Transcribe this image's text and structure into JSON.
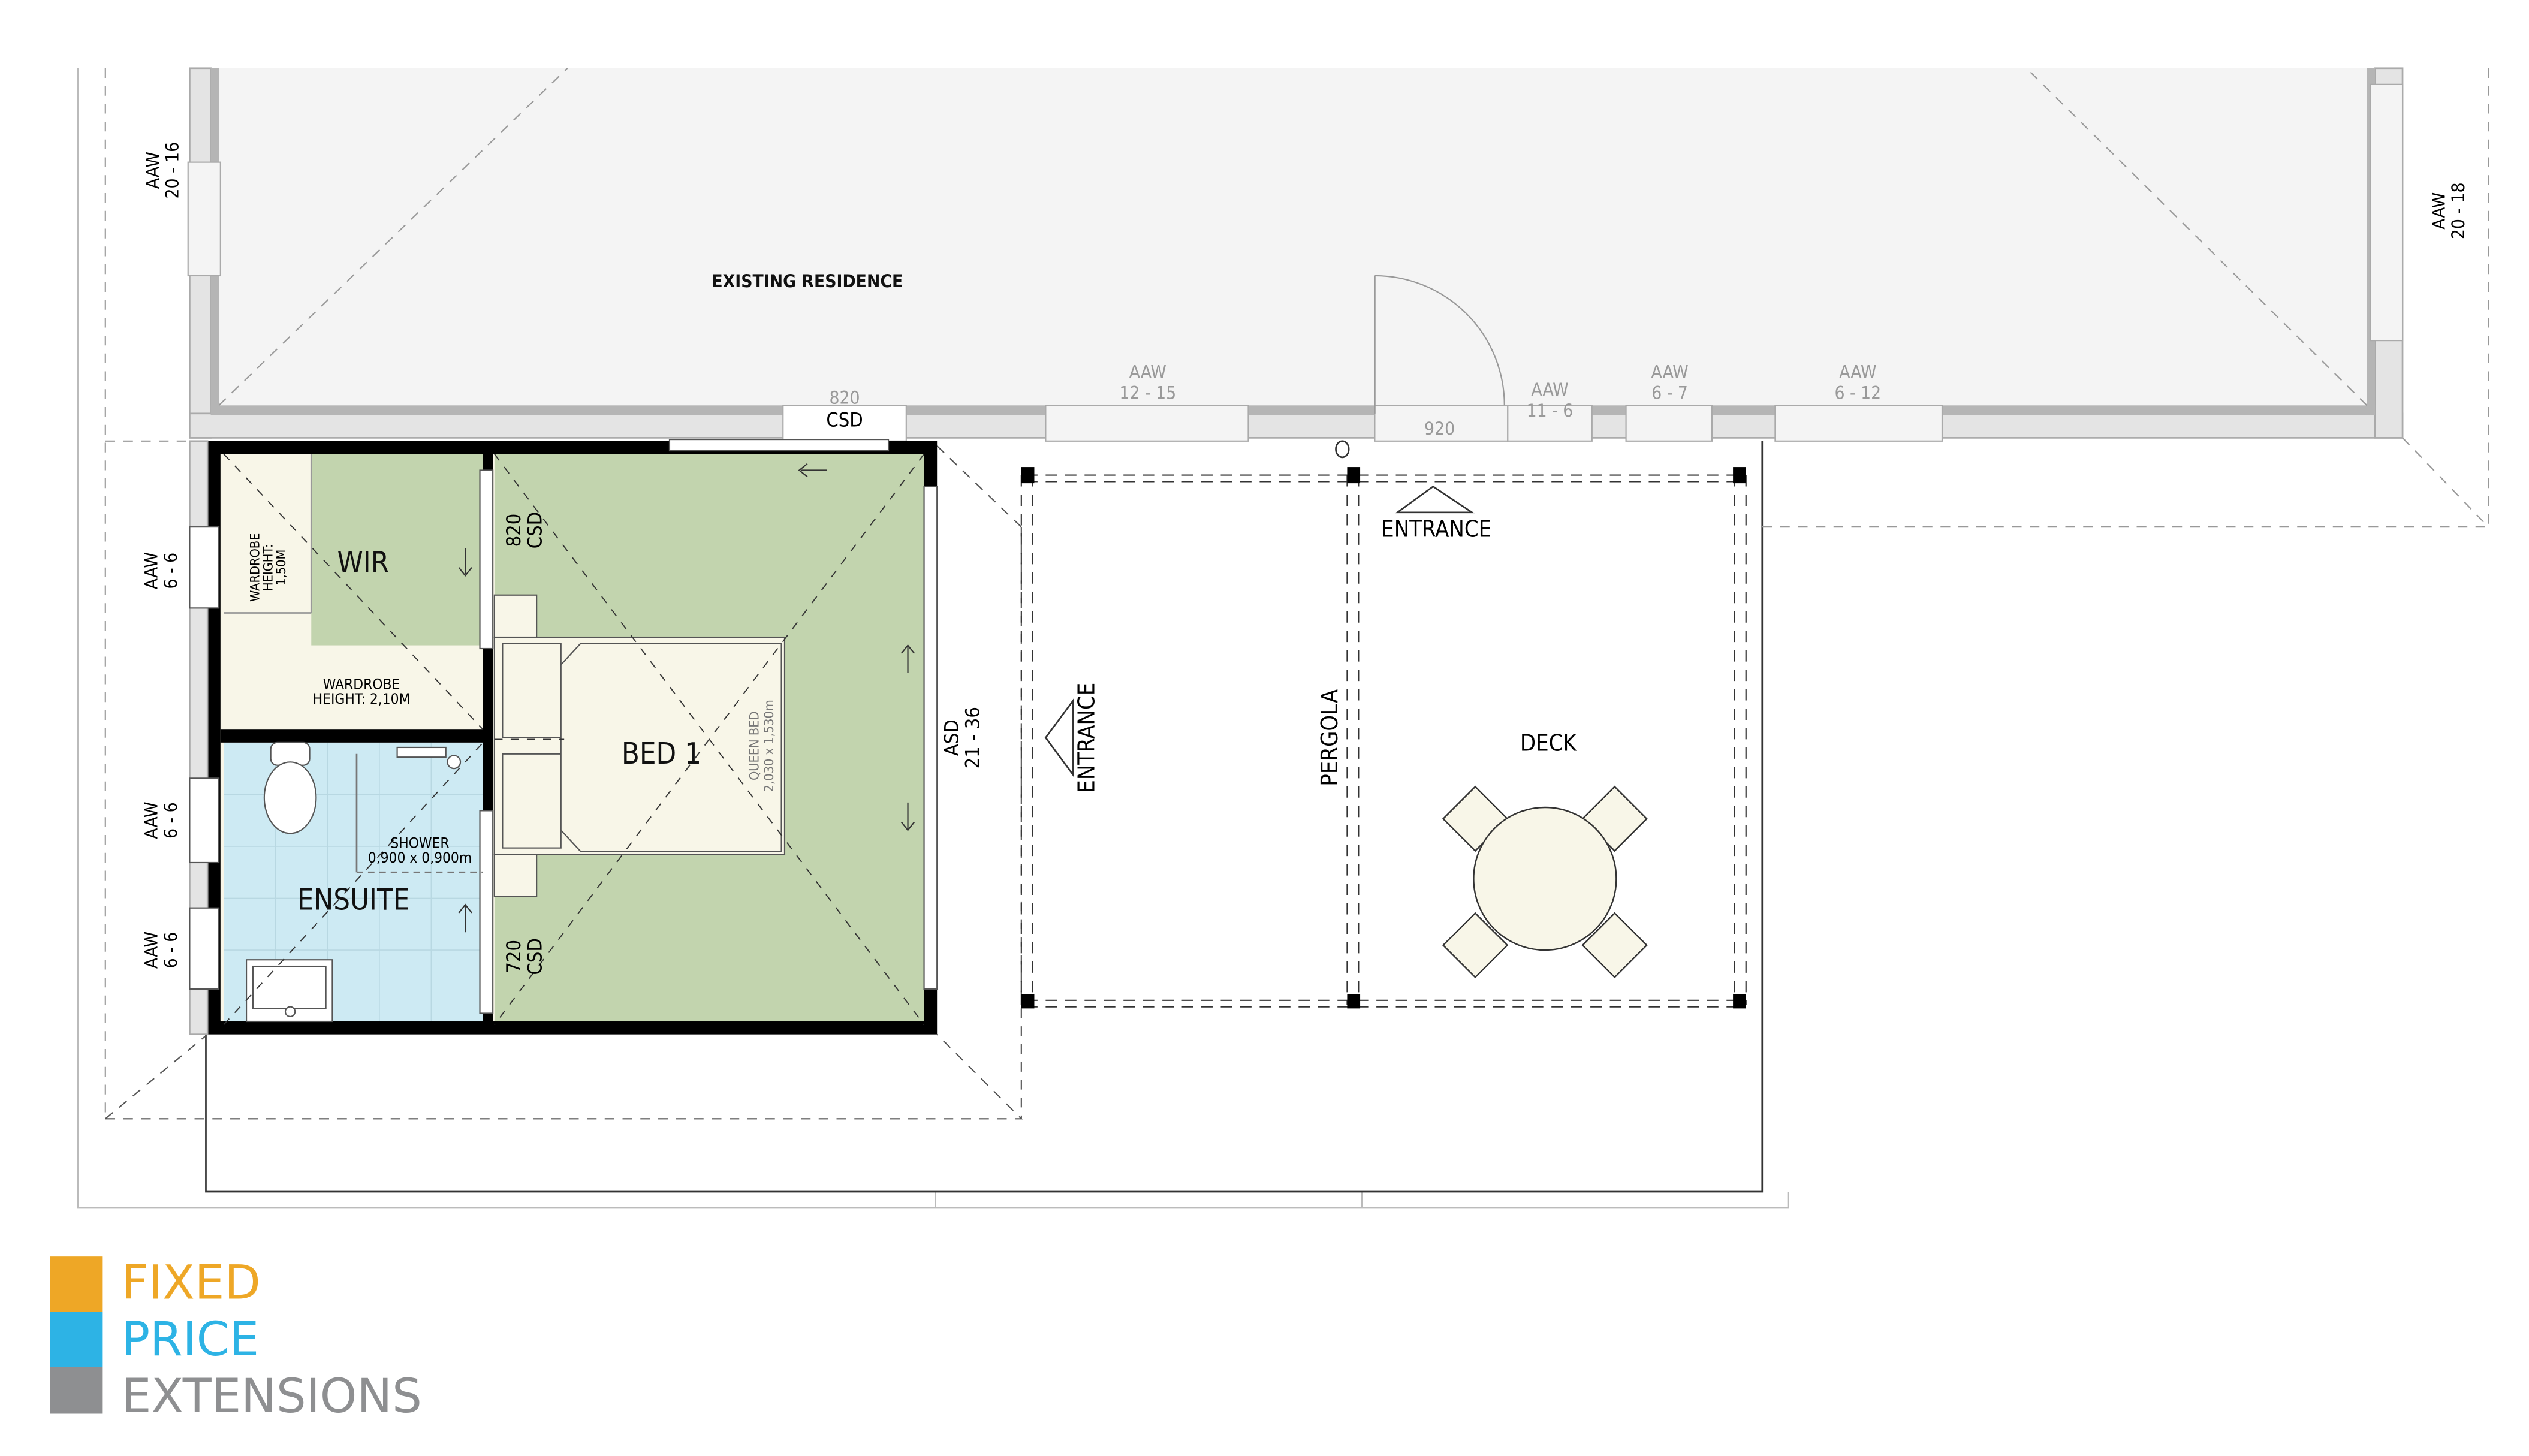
{
  "existing": {
    "title": "EXISTING RESIDENCE",
    "windows": [
      {
        "type": "AAW",
        "size": "20 - 16"
      },
      {
        "type": "AAW",
        "size": "20 - 18"
      },
      {
        "type": "AAW",
        "size": "12 - 15"
      },
      {
        "type": "AAW",
        "size": "11 - 6"
      },
      {
        "type": "AAW",
        "size": "6 - 7"
      },
      {
        "type": "AAW",
        "size": "6 - 12"
      }
    ],
    "door_csd": {
      "width": "820",
      "type": "CSD"
    },
    "door_entry": {
      "width": "920"
    }
  },
  "rooms": {
    "wir": "WIR",
    "wardrobe_low": {
      "line1": "WARDROBE",
      "line2": "HEIGHT:",
      "line3": "1,50M"
    },
    "wardrobe_high": {
      "line1": "WARDROBE",
      "line2": "HEIGHT: 2,10M"
    },
    "bed1": "BED 1",
    "bed": {
      "line1": "QUEEN BED",
      "line2": "2,030 x 1,530m"
    },
    "ensuite": "ENSUITE",
    "shower": {
      "line1": "SHOWER",
      "line2": "0,900 x 0,900m"
    },
    "deck": "DECK",
    "pergola": "PERGOLA",
    "entrance_top": "ENTRANCE",
    "entrance_side": "ENTRANCE"
  },
  "doors": {
    "wir_door": {
      "width": "820",
      "type": "CSD"
    },
    "ensuite_door": {
      "width": "720",
      "type": "CSD"
    },
    "asd": {
      "type": "ASD",
      "size": "21 - 36"
    }
  },
  "ext_windows": [
    {
      "type": "AAW",
      "size": "6 - 6"
    },
    {
      "type": "AAW",
      "size": "6 - 6"
    },
    {
      "type": "AAW",
      "size": "6 - 6"
    }
  ],
  "logo": {
    "line1": "FIXED",
    "line2": "PRICE",
    "line3": "EXTENSIONS",
    "colors": {
      "orange": "#eea726",
      "blue": "#2db3e5",
      "gray": "#8e8f91"
    }
  },
  "colors": {
    "bedroom": "#c2d4ae",
    "ensuite": "#cdeaf3",
    "wardrobe": "#f8f6e8",
    "existing": "#f4f4f4"
  }
}
